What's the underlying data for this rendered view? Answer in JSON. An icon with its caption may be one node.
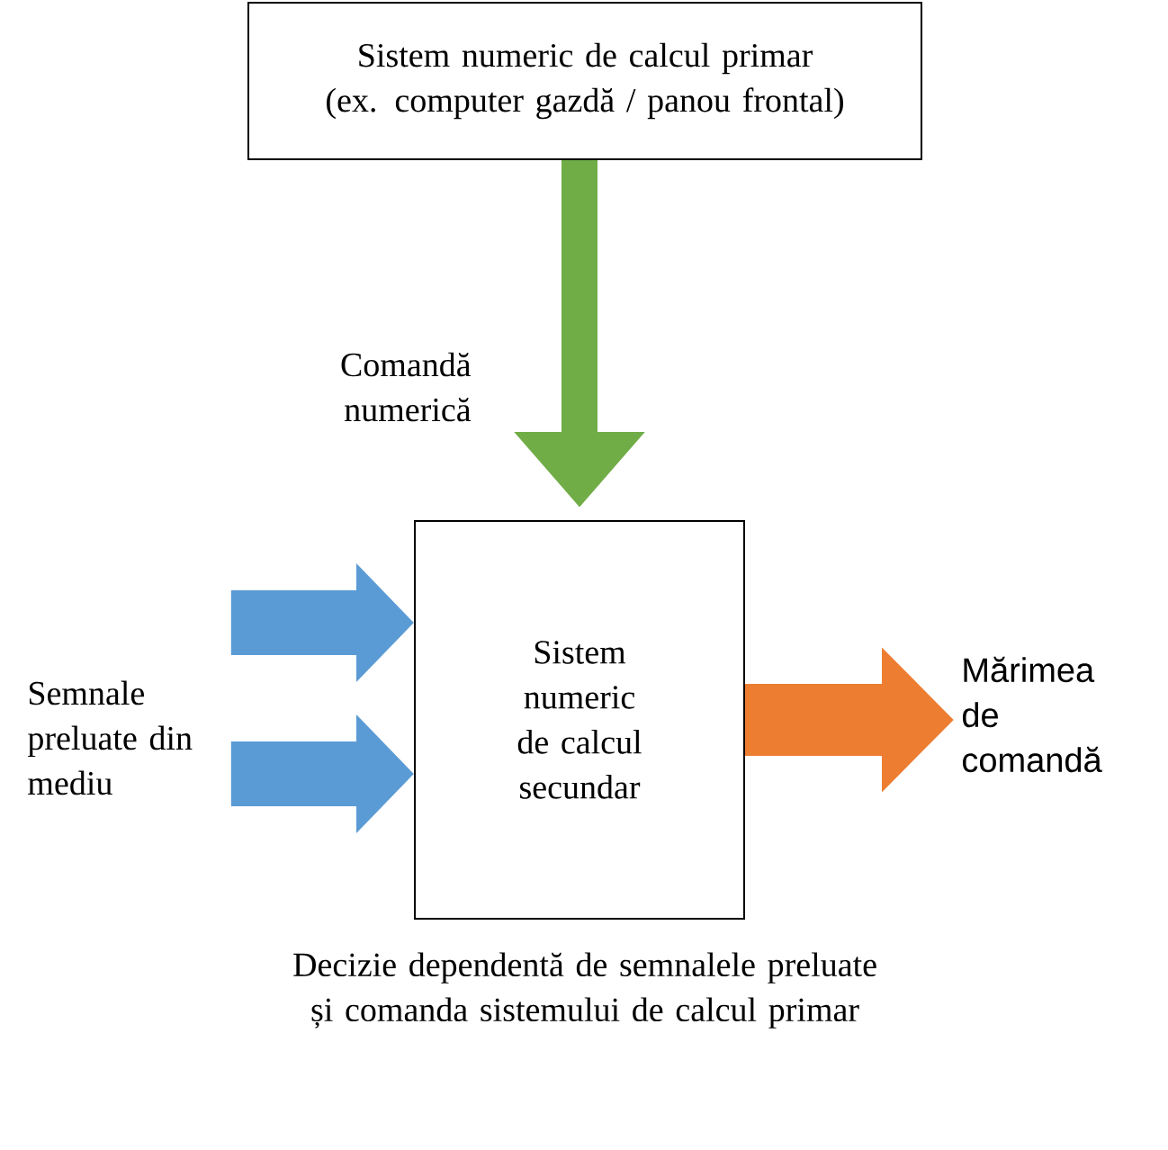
{
  "diagram": {
    "nodes": [
      {
        "text": [
          "Sistem numeric de calcul primar (ex. computer gazdă / panou frontal)"
        ]
      },
      {
        "text": [
          "Sistem numeric de calcul secundar"
        ],
        "beside": [
          "Decizie dependentă de semnalele preluate și comanda sistemului de calcul primar"
        ]
      },
      {
        "text": [
          "Semnale preluate din mediu"
        ]
      },
      {
        "text": [
          "Mărimea de comandă"
        ]
      }
    ],
    "edges": [
      {
        "from": 0,
        "to": 1,
        "arrow": "to",
        "label": "Comandă numerică",
        "color": "#70ad47"
      },
      {
        "from": 2,
        "to": 1,
        "arrow": "to",
        "color": "#5b9bd5"
      },
      {
        "from": 2,
        "to": 1,
        "arrow": "to",
        "color": "#5b9bd5"
      },
      {
        "from": 1,
        "to": 3,
        "arrow": "to",
        "color": "#ed7d31"
      }
    ]
  }
}
